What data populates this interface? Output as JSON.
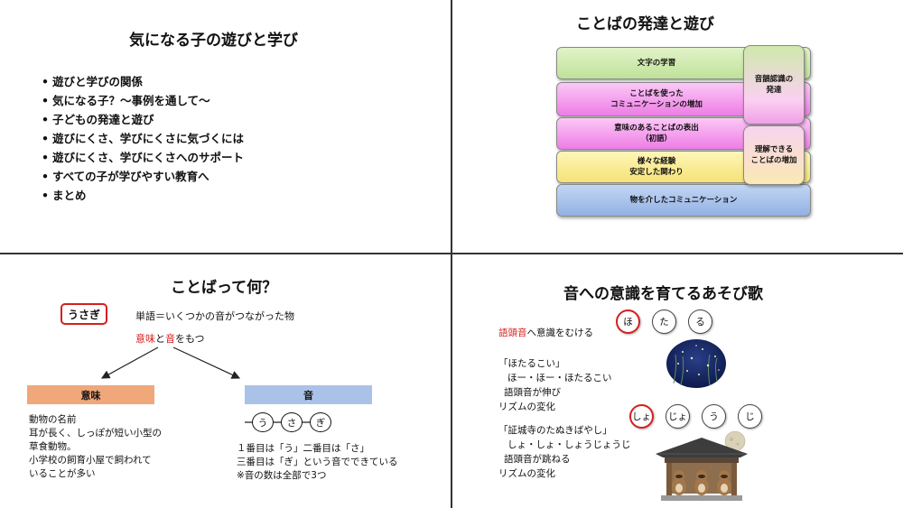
{
  "slide1": {
    "title": "気になる子の遊びと学び",
    "bullets": [
      "遊びと学びの関係",
      "気になる子？～事例を通して～",
      "子どもの発達と遊び",
      "遊びにくさ、学びにくさに気づくには",
      "遊びにくさ、学びにくさへのサポート",
      "すべての子が学びやすい教育へ",
      "まとめ"
    ]
  },
  "slide2": {
    "title": "ことばの発達と遊び",
    "layers": [
      "文字の学習",
      "ことばを使った\nコミュニケーションの増加",
      "意味のあることばの表出\n（初語）",
      "様々な経験\n安定した関わり",
      "物を介したコミュニケーション"
    ],
    "side_boxes": [
      "音韻認識の\n発達",
      "理解できる\nことばの増加"
    ],
    "colors": {
      "green": "#bfe29a",
      "pink": "#ee7de6",
      "yellow": "#f4e277",
      "blue": "#92b1e2"
    }
  },
  "slide3": {
    "title": "ことばって何？",
    "word": "うさぎ",
    "definition": "単語＝いくつかの音がつながった物",
    "has_prefix_red1": "意味",
    "has_mid": "と",
    "has_prefix_red2": "音",
    "has_suffix": "をもつ",
    "meaning_head": "意味",
    "sound_head": "音",
    "meaning_lines": [
      "動物の名前",
      "耳が長く、しっぽが短い小型の",
      "草食動物。",
      "小学校の飼育小屋で飼われて",
      "いることが多い"
    ],
    "sounds": [
      "う",
      "さ",
      "ぎ"
    ],
    "sound_lines": [
      "１番目は「う」二番目は「さ」",
      "三番目は「ぎ」という音でできている",
      "※音の数は全部で3つ"
    ]
  },
  "slide4": {
    "title": "音への意識を育てるあそび歌",
    "lead_red": "語頭音",
    "lead_rest": "へ意識をむける",
    "song1": [
      "「ほたるこい」",
      "ほー・ほー・ほたるこい",
      "語頭音が伸び",
      "リズムの変化"
    ],
    "song2": [
      "「証城寺のたぬきばやし」",
      "しょ・しょ・しょうじょうじ",
      "語頭音が跳ねる",
      "リズムの変化"
    ],
    "row1": [
      "ほ",
      "た",
      "る"
    ],
    "row2": [
      "しょ",
      "じょ",
      "う",
      "じ"
    ],
    "icons": [
      "firefly-night-illustration",
      "temple-tanuki-illustration"
    ]
  }
}
